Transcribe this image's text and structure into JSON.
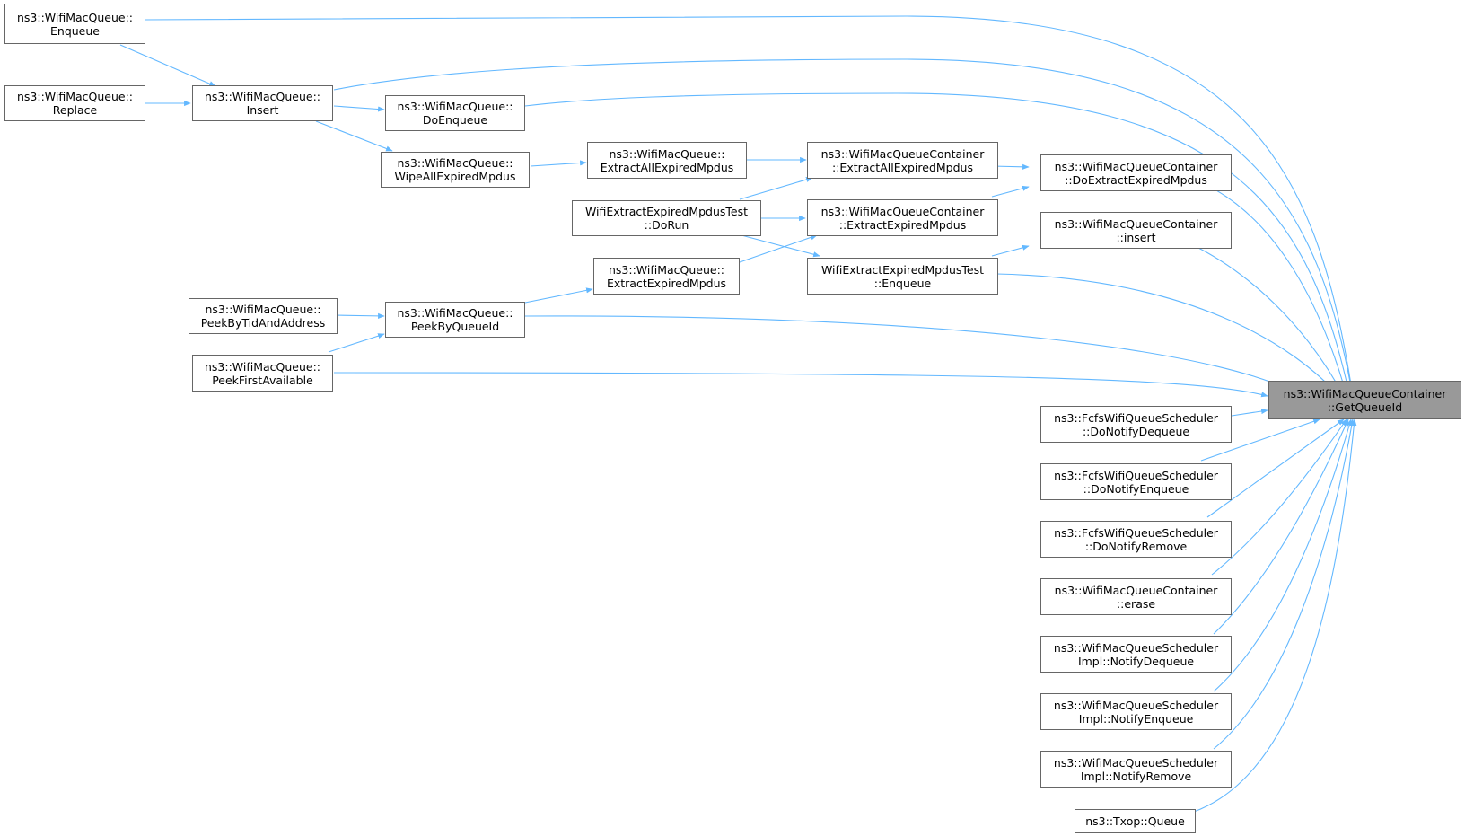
{
  "graph": {
    "edge_color": "#63b8ff",
    "target_fill": "#999999",
    "node_border": "#666666",
    "nodes": {
      "target": [
        "ns3::WifiMacQueueContainer",
        "::GetQueueId"
      ],
      "enqueue_q": [
        "ns3::WifiMacQueue::",
        "Enqueue"
      ],
      "replace_q": [
        "ns3::WifiMacQueue::",
        "Replace"
      ],
      "insert_q": [
        "ns3::WifiMacQueue::",
        "Insert"
      ],
      "doenqueue_q": [
        "ns3::WifiMacQueue::",
        "DoEnqueue"
      ],
      "wipe_q": [
        "ns3::WifiMacQueue::",
        "WipeAllExpiredMpdus"
      ],
      "extractall_q": [
        "ns3::WifiMacQueue::",
        "ExtractAllExpiredMpdus"
      ],
      "test_dorun": [
        "WifiExtractExpiredMpdusTest",
        "::DoRun"
      ],
      "extract_q": [
        "ns3::WifiMacQueue::",
        "ExtractExpiredMpdus"
      ],
      "peekbytid_q": [
        "ns3::WifiMacQueue::",
        "PeekByTidAndAddress"
      ],
      "peekbyqid_q": [
        "ns3::WifiMacQueue::",
        "PeekByQueueId"
      ],
      "peekfirst_q": [
        "ns3::WifiMacQueue::",
        "PeekFirstAvailable"
      ],
      "c_extractall": [
        "ns3::WifiMacQueueContainer",
        "::ExtractAllExpiredMpdus"
      ],
      "c_extract": [
        "ns3::WifiMacQueueContainer",
        "::ExtractExpiredMpdus"
      ],
      "test_enqueue": [
        "WifiExtractExpiredMpdusTest",
        "::Enqueue"
      ],
      "c_doextract": [
        "ns3::WifiMacQueueContainer",
        "::DoExtractExpiredMpdus"
      ],
      "c_insert": [
        "ns3::WifiMacQueueContainer",
        "::insert"
      ],
      "fcfs_dequeue": [
        "ns3::FcfsWifiQueueScheduler",
        "::DoNotifyDequeue"
      ],
      "fcfs_enqueue": [
        "ns3::FcfsWifiQueueScheduler",
        "::DoNotifyEnqueue"
      ],
      "fcfs_remove": [
        "ns3::FcfsWifiQueueScheduler",
        "::DoNotifyRemove"
      ],
      "c_erase": [
        "ns3::WifiMacQueueContainer",
        "::erase"
      ],
      "sched_dequeue": [
        "ns3::WifiMacQueueScheduler",
        "Impl::NotifyDequeue"
      ],
      "sched_enqueue": [
        "ns3::WifiMacQueueScheduler",
        "Impl::NotifyEnqueue"
      ],
      "sched_remove": [
        "ns3::WifiMacQueueScheduler",
        "Impl::NotifyRemove"
      ],
      "txop_queue": [
        "ns3::Txop::Queue"
      ]
    }
  }
}
